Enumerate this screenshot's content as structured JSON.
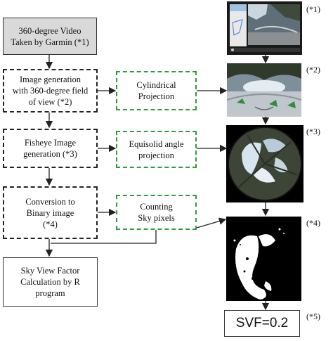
{
  "flow": {
    "video": "360-degree Video\nTaken by Garmin (*1)",
    "image_gen": "Image generation\nwith 360-degree field\nof view (*2)",
    "fisheye": "Fisheye Image\ngeneration (*3)",
    "binary": "Conversion to\nBinary image\n(*4)",
    "svf_calc": "Sky View Factor\nCalculation by R\nprogram"
  },
  "methods": {
    "cylindrical": "Cylindrical\nProjection",
    "equisolid": "Equisolid angle\nprojection",
    "counting": "Counting\nSky pixels"
  },
  "refs": {
    "r1": "(*1)",
    "r2": "(*2)",
    "r3": "(*3)",
    "r4": "(*4)",
    "r5": "(*5)"
  },
  "result": {
    "svf": "SVF=0.2"
  },
  "colors": {
    "green_dash": "#2e9b3c",
    "gray_fill": "#d9d9d9"
  }
}
